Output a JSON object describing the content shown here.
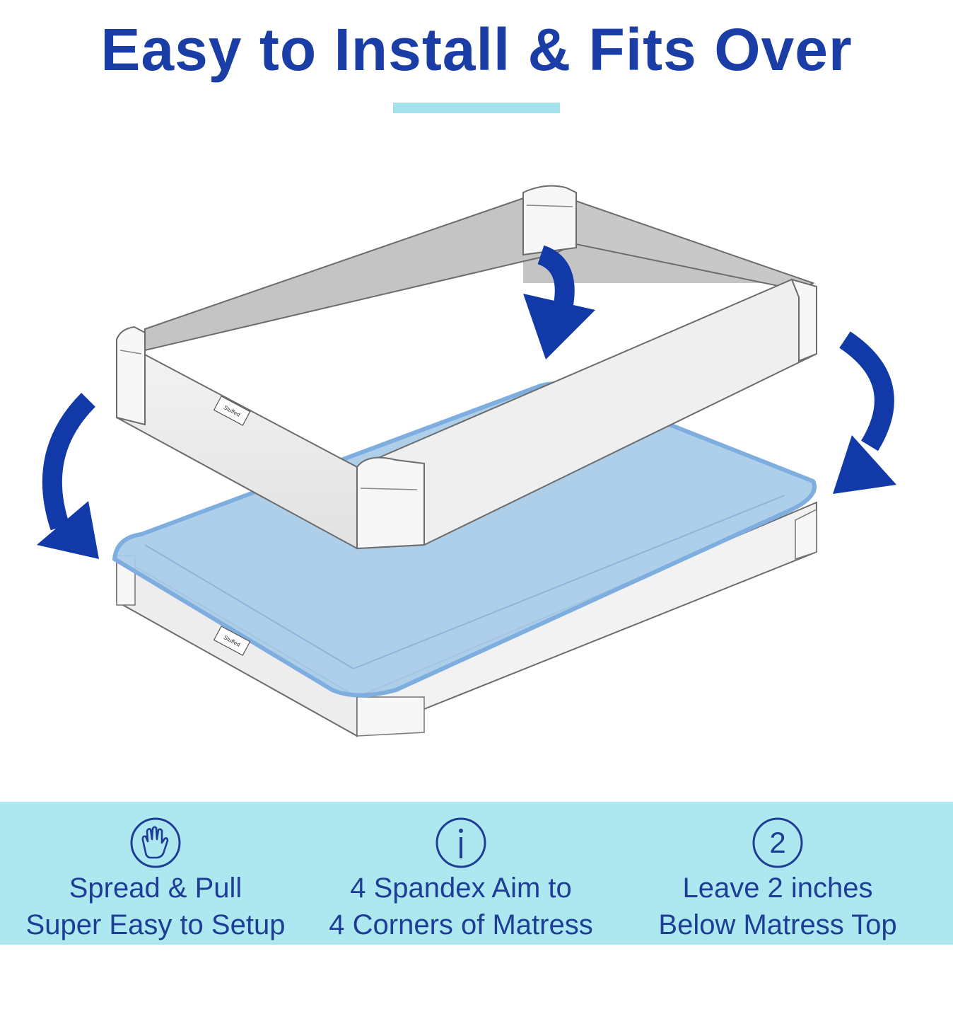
{
  "title": "Easy to Install & Fits Over",
  "colors": {
    "title_blue": "#1a3ea6",
    "accent_line": "#a5e1ec",
    "band": "#ade8f1",
    "arrow_blue": "#1139a8",
    "mattress_blue": "#a8cbe8",
    "frame_gray": "#c4c4c4"
  },
  "label_text": "Stuffed",
  "features": [
    {
      "icon": "glove-icon",
      "line1": "Spread & Pull",
      "line2": "Super Easy to Setup"
    },
    {
      "icon": "info-icon",
      "line1": "4 Spandex Aim to",
      "line2": "4 Corners of Matress"
    },
    {
      "icon": "number-two-icon",
      "icon_text": "2",
      "line1": "Leave 2 inches",
      "line2": "Below Matress Top"
    }
  ]
}
